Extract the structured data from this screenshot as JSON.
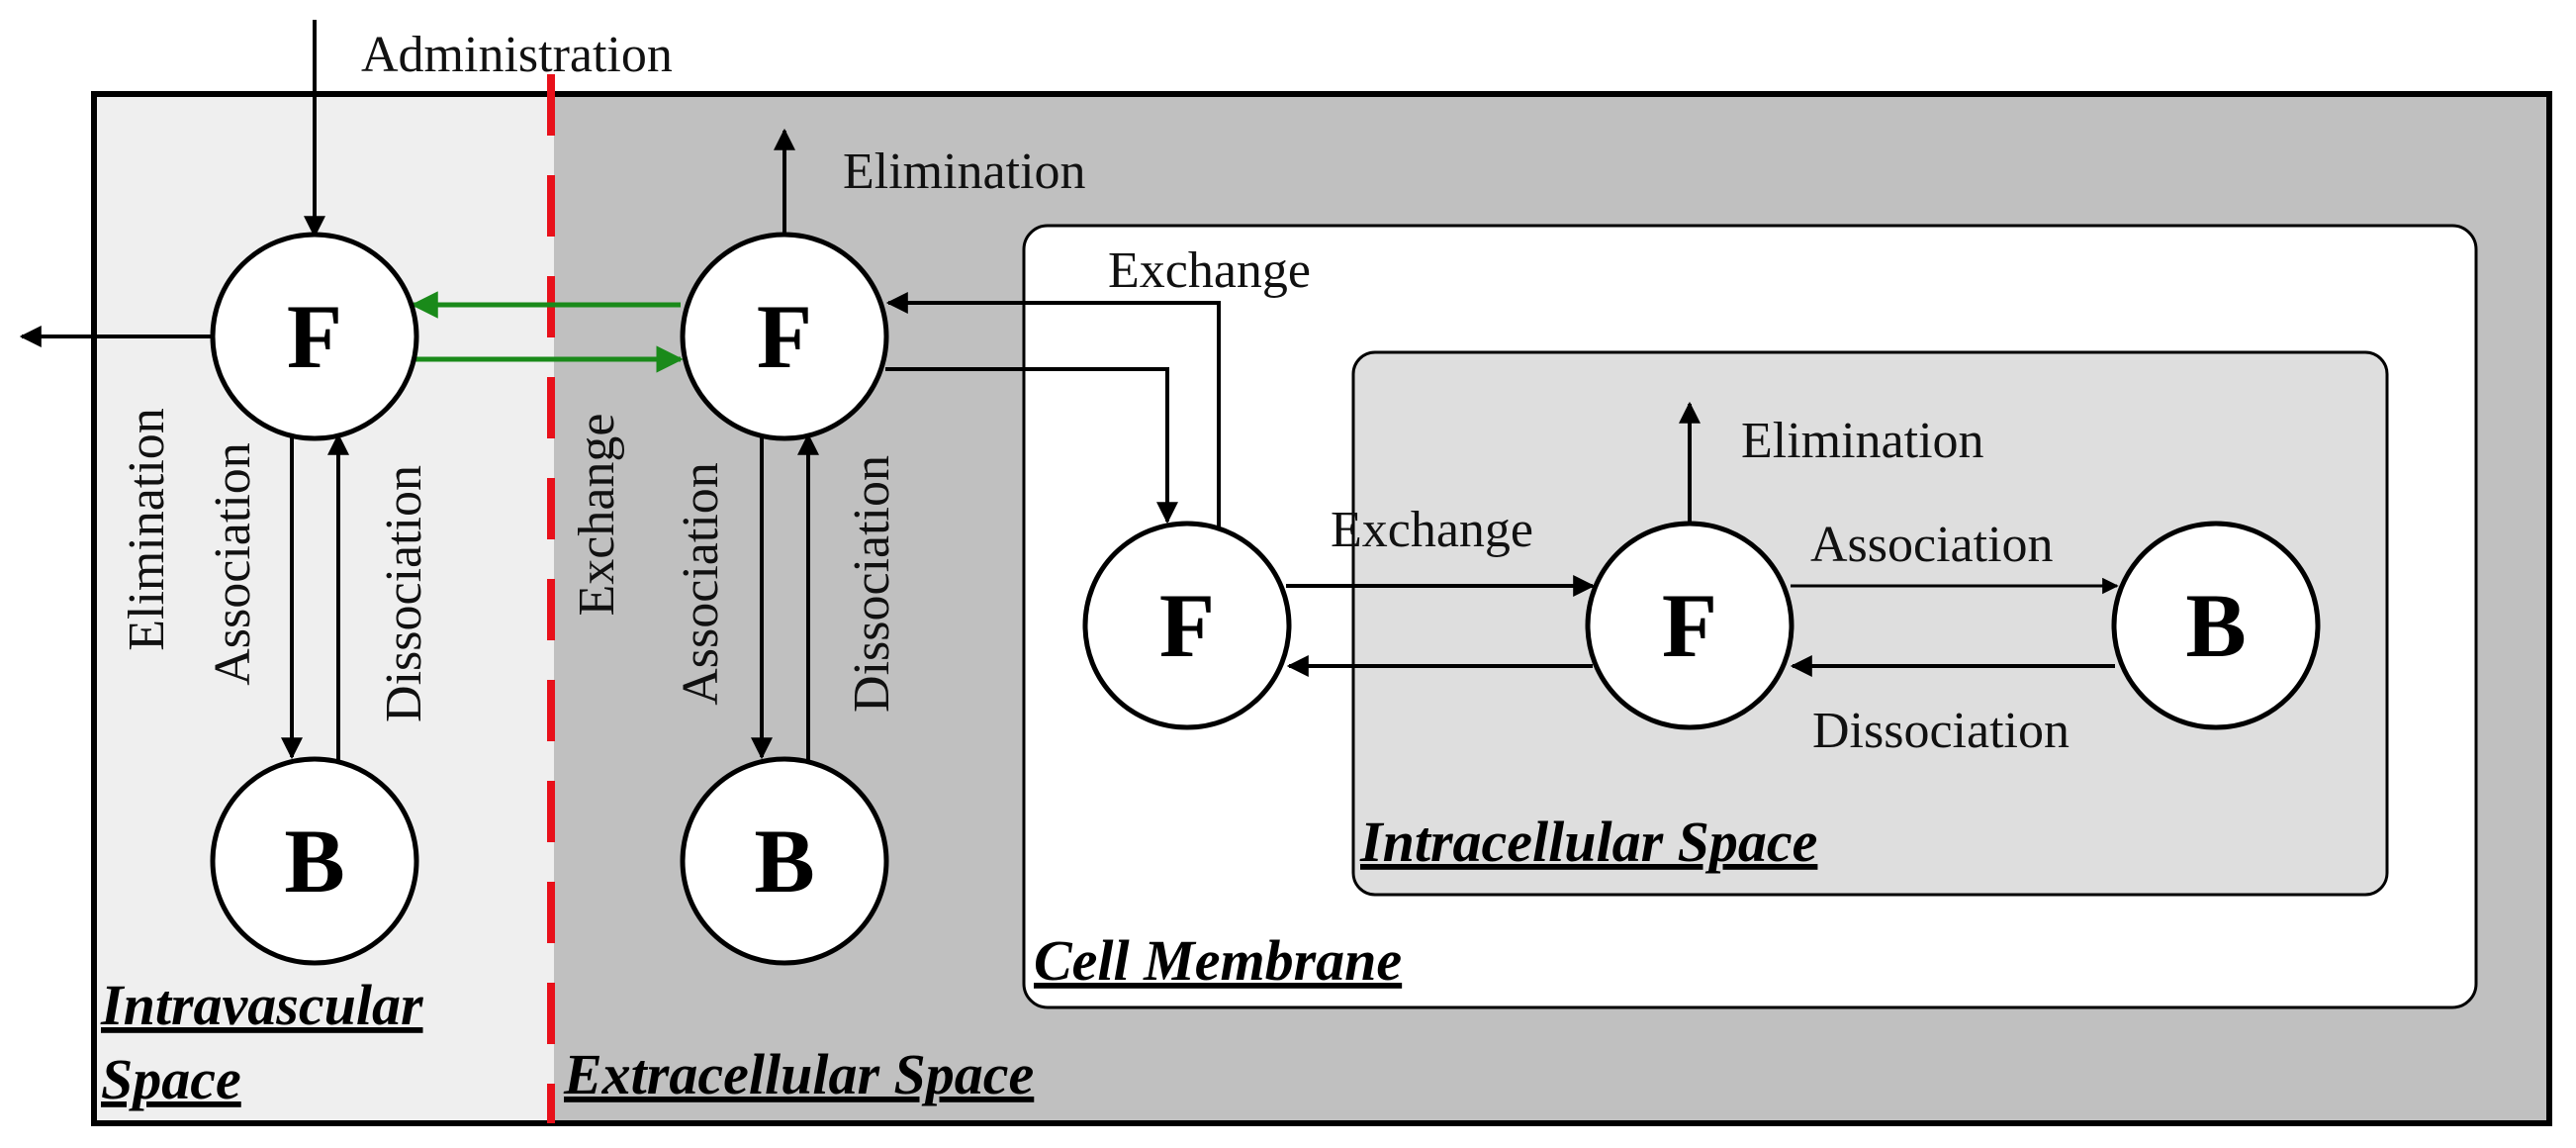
{
  "colors": {
    "intravascular_fill": "#efefef",
    "extracellular_fill": "#c0c0c0",
    "cell_membrane_fill": "#ffffff",
    "intracellular_fill": "#dedede",
    "barrier": "#e8101a",
    "vascular_exchange": "#1a8a1a",
    "line": "#000000"
  },
  "regions": {
    "intravascular_line1": "Intravascular",
    "intravascular_line2": "Space",
    "extracellular": "Extracellular Space",
    "cell_membrane": "Cell Membrane",
    "intracellular": "Intracellular Space"
  },
  "nodes": {
    "iv_free": "F",
    "iv_bound": "B",
    "ec_free": "F",
    "ec_bound": "B",
    "mem_free": "F",
    "ic_free": "F",
    "ic_bound": "B"
  },
  "labels": {
    "administration": "Administration",
    "iv_elimination": "Elimination",
    "iv_association": "Association",
    "iv_dissociation": "Dissociation",
    "vascular_exchange": "Exchange",
    "ec_elimination": "Elimination",
    "ec_association": "Association",
    "ec_dissociation": "Dissociation",
    "membrane_exchange": "Exchange",
    "intracellular_exchange": "Exchange",
    "ic_elimination": "Elimination",
    "ic_association": "Association",
    "ic_dissociation": "Dissociation"
  }
}
